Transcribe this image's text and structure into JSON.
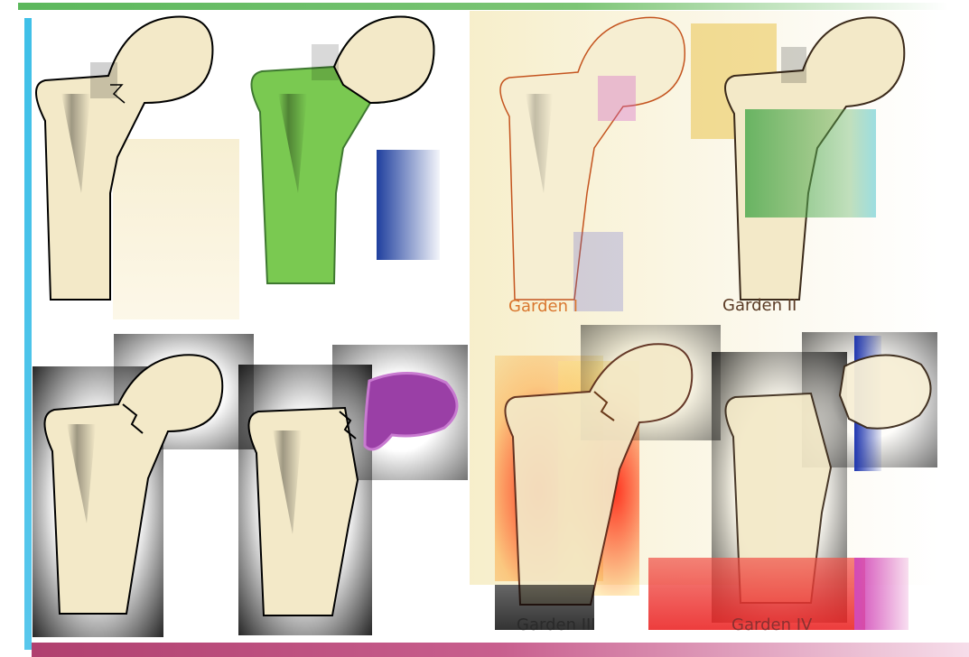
{
  "captions": {
    "garden_1": "Garden I",
    "garden_2": "Garden II",
    "garden_3": "Garden III",
    "garden_4": "Garden IV"
  },
  "colors": {
    "bone_fill": "#f3e9c8",
    "bone_outline": "#000000",
    "garden_outline": "#b5522b",
    "caption_orange": "#d9772f",
    "caption_dark": "#5a3a24",
    "accent_green": "#6cc43f",
    "accent_purple": "#9a3fa6",
    "accent_blue": "#2243a8",
    "accent_red": "#e8302a"
  }
}
